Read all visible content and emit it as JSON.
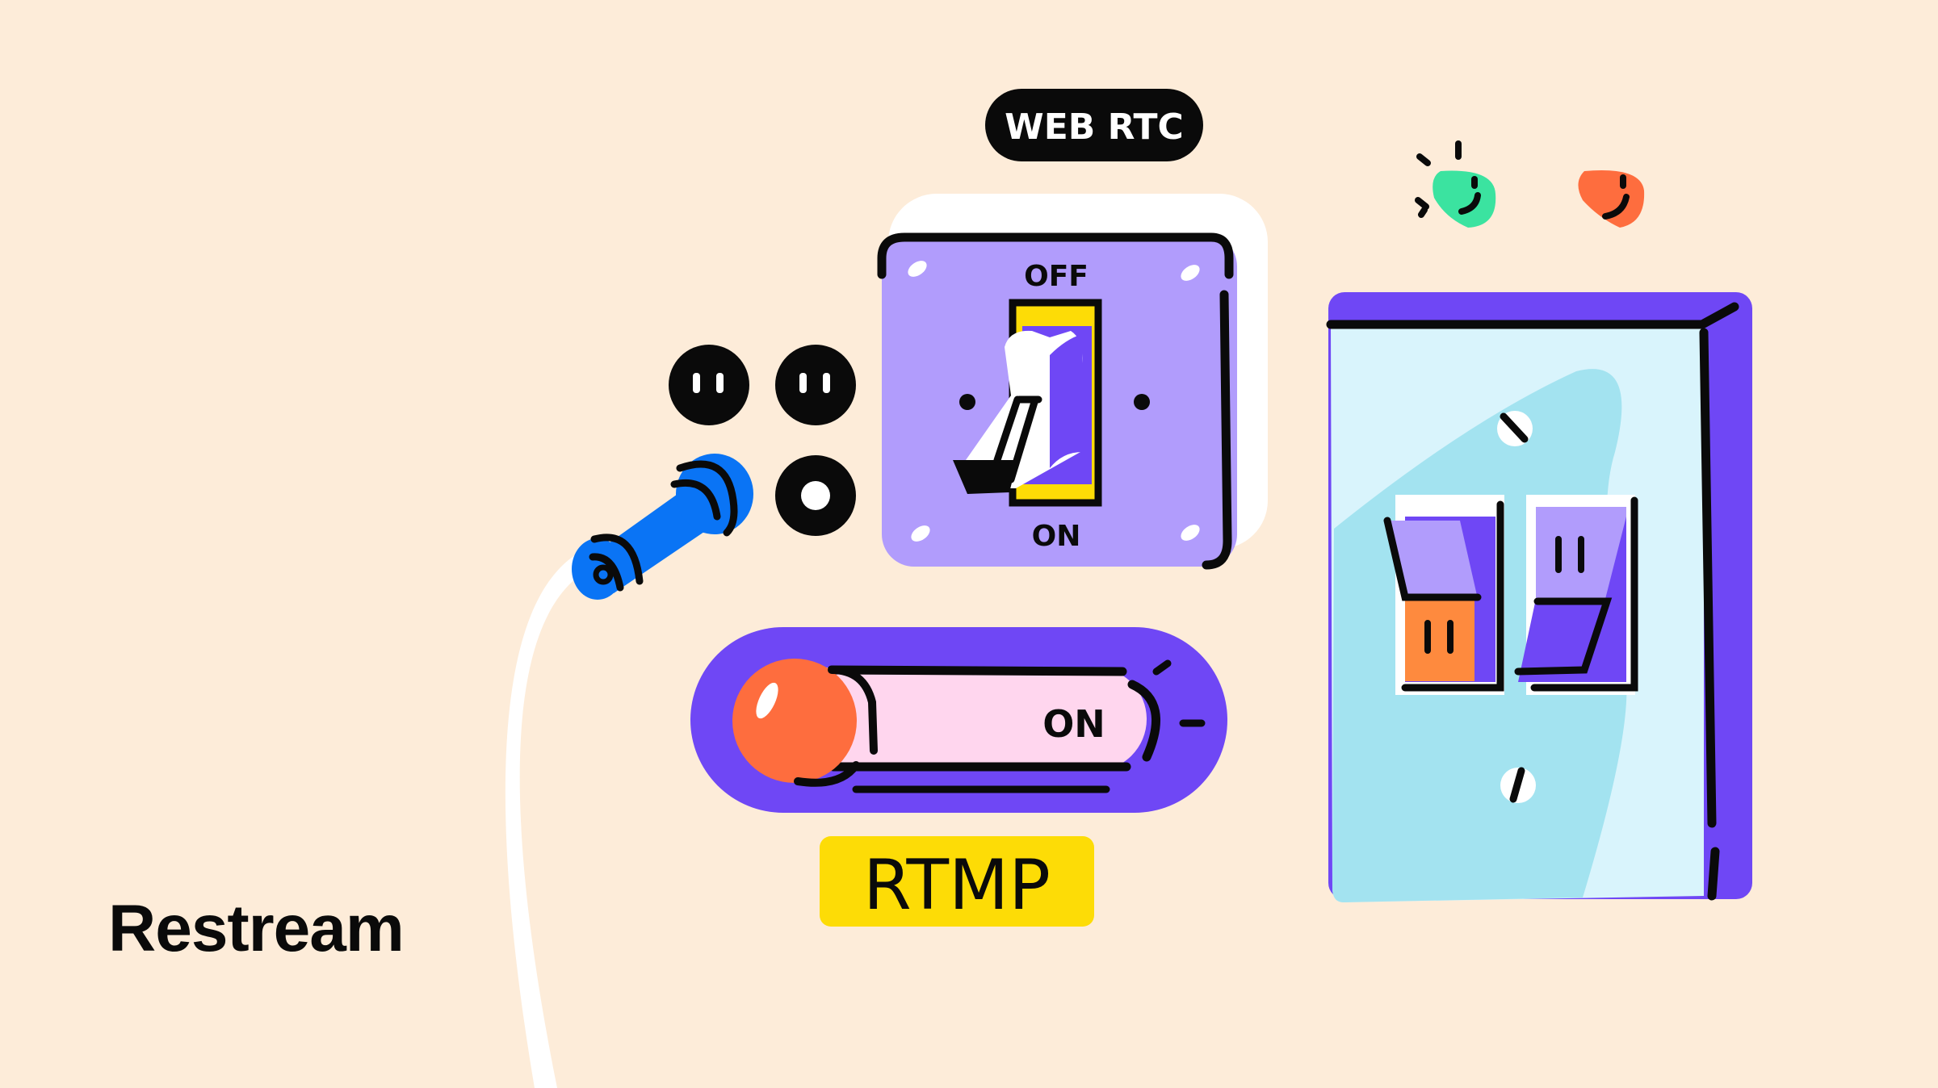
{
  "labels": {
    "webrtc": "WEB RTC",
    "off": "OFF",
    "on_toggle": "ON",
    "on_slider": "ON",
    "rtmp": "RTMP",
    "brand": "Restream"
  },
  "colors": {
    "background": "#fdecd9",
    "purple": "#6f47f5",
    "lavender": "#b19cfc",
    "blue": "#0a74f5",
    "orange": "#fe6d3e",
    "yellow": "#fddc06",
    "pink": "#ffd6ee",
    "light_blue": "#a3e3f0",
    "green": "#3be3a0",
    "black": "#0a0a0a"
  },
  "icons": [
    "power-cable-plug-icon",
    "outlet-icon",
    "toggle-switch-icon",
    "slider-switch-icon",
    "wall-light-switch-icon",
    "indicator-light-icon"
  ]
}
